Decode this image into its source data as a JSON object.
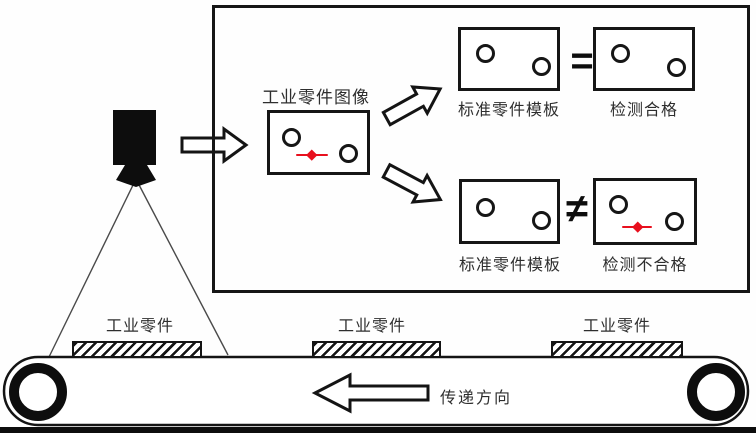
{
  "diagram_title": "industrial part machine-vision inspection",
  "panel": {
    "image_label": "工业零件图像",
    "rows": [
      {
        "template_label": "标准零件模板",
        "operator": "=",
        "result_label": "检测合格"
      },
      {
        "template_label": "标准零件模板",
        "operator": "≠",
        "result_label": "检测不合格"
      }
    ]
  },
  "conveyor": {
    "part_labels": [
      "工业零件",
      "工业零件",
      "工业零件"
    ],
    "direction_label": "传递方向"
  },
  "colors": {
    "ink": "#161616",
    "defect_red": "#e8101e",
    "cone_line": "#4a4a4a",
    "label_text": "#2e2e2e"
  }
}
